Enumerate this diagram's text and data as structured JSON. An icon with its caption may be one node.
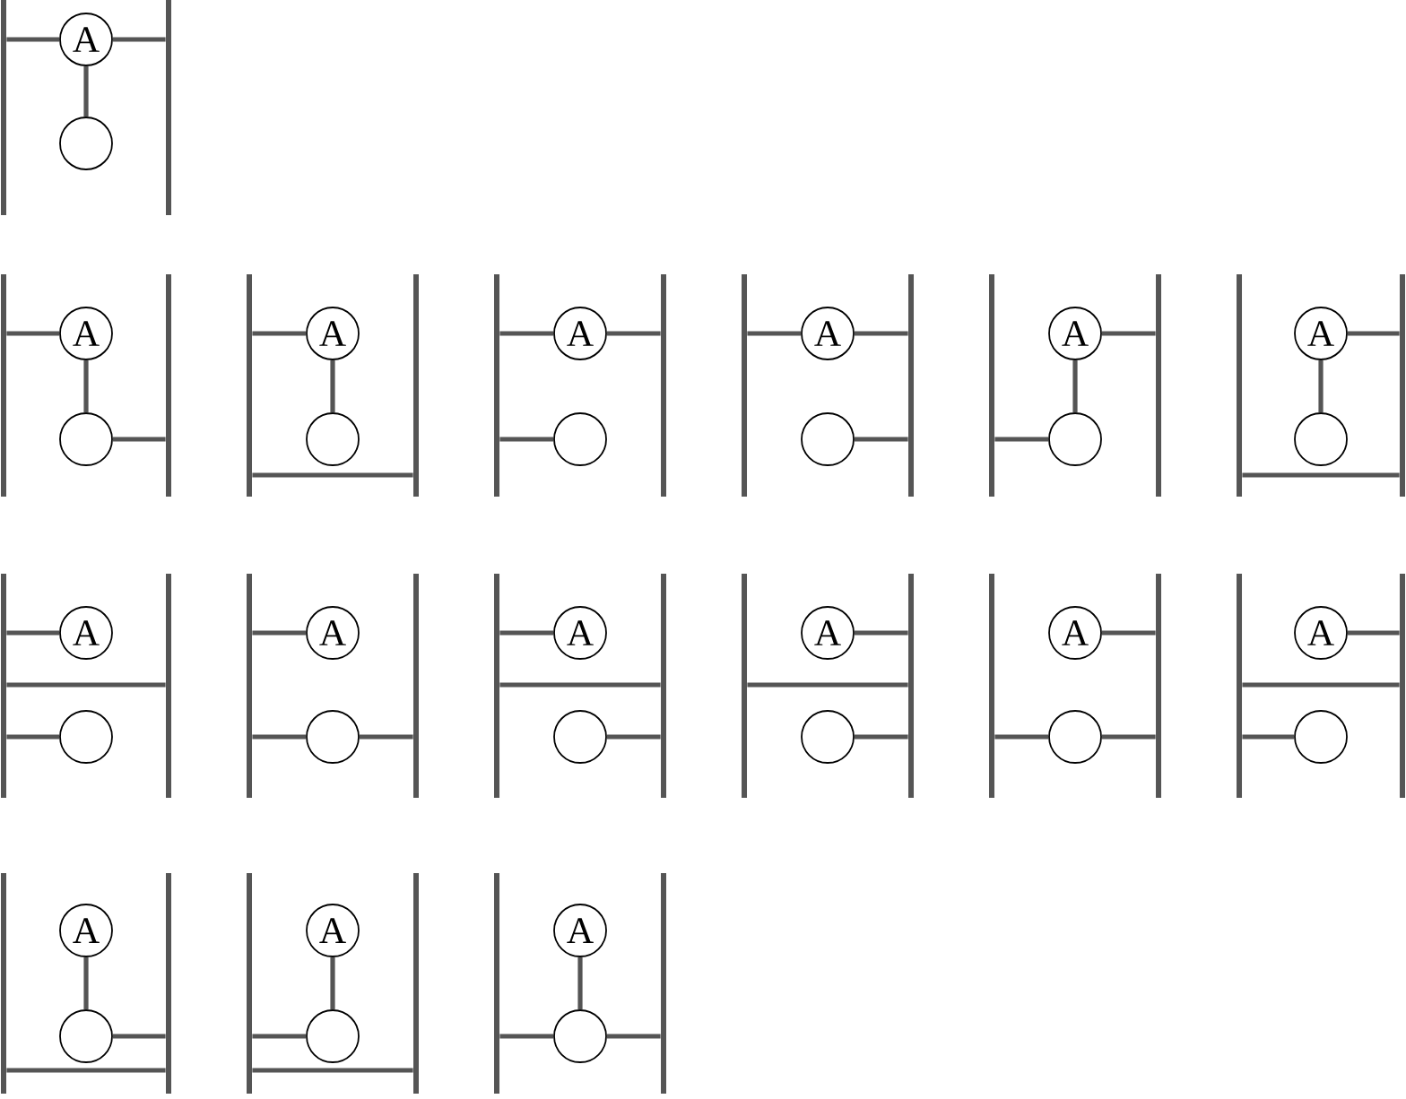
{
  "diagram": {
    "nodes": [
      {
        "text": [],
        "shape": "bar"
      },
      {
        "text": [
          "A"
        ]
      },
      {
        "text": [],
        "shape": "circle"
      },
      {
        "text": [],
        "shape": "bar"
      },
      {
        "text": [],
        "shape": "bar"
      },
      {
        "text": [
          "A"
        ]
      },
      {
        "text": [],
        "shape": "circle"
      },
      {
        "text": [],
        "shape": "bar"
      },
      {
        "text": [],
        "shape": "bar"
      },
      {
        "text": [
          "A"
        ]
      },
      {
        "text": [],
        "shape": "circle"
      },
      {
        "text": [],
        "shape": "bar"
      },
      {
        "text": [],
        "shape": "bar"
      },
      {
        "text": [
          "A"
        ]
      },
      {
        "text": [],
        "shape": "circle"
      },
      {
        "text": [],
        "shape": "bar"
      },
      {
        "text": [],
        "shape": "bar"
      },
      {
        "text": [
          "A"
        ]
      },
      {
        "text": [],
        "shape": "circle"
      },
      {
        "text": [],
        "shape": "bar"
      },
      {
        "text": [],
        "shape": "bar"
      },
      {
        "text": [
          "A"
        ]
      },
      {
        "text": [],
        "shape": "circle"
      },
      {
        "text": [],
        "shape": "bar"
      },
      {
        "text": [],
        "shape": "bar"
      },
      {
        "text": [
          "A"
        ]
      },
      {
        "text": [],
        "shape": "circle"
      },
      {
        "text": [],
        "shape": "bar"
      },
      {
        "text": [],
        "shape": "bar"
      },
      {
        "text": [
          "A"
        ]
      },
      {
        "text": [],
        "shape": "circle"
      },
      {
        "text": [],
        "shape": "bar"
      },
      {
        "text": [],
        "shape": "bar"
      },
      {
        "text": [
          "A"
        ]
      },
      {
        "text": [],
        "shape": "circle"
      },
      {
        "text": [],
        "shape": "bar"
      },
      {
        "text": [],
        "shape": "bar"
      },
      {
        "text": [
          "A"
        ]
      },
      {
        "text": [],
        "shape": "circle"
      },
      {
        "text": [],
        "shape": "bar"
      },
      {
        "text": [],
        "shape": "bar"
      },
      {
        "text": [
          "A"
        ]
      },
      {
        "text": [],
        "shape": "circle"
      },
      {
        "text": [],
        "shape": "bar"
      },
      {
        "text": [],
        "shape": "bar"
      },
      {
        "text": [
          "A"
        ]
      },
      {
        "text": [],
        "shape": "circle"
      },
      {
        "text": [],
        "shape": "bar"
      },
      {
        "text": [],
        "shape": "bar"
      },
      {
        "text": [
          "A"
        ]
      },
      {
        "text": [],
        "shape": "circle"
      },
      {
        "text": [],
        "shape": "bar"
      },
      {
        "text": [],
        "shape": "bar"
      },
      {
        "text": [
          "A"
        ]
      },
      {
        "text": [],
        "shape": "circle"
      },
      {
        "text": [],
        "shape": "bar"
      },
      {
        "text": [],
        "shape": "bar"
      },
      {
        "text": [
          "A"
        ]
      },
      {
        "text": [],
        "shape": "circle"
      },
      {
        "text": [],
        "shape": "bar"
      },
      {
        "text": [],
        "shape": "bar"
      },
      {
        "text": [
          "A"
        ]
      },
      {
        "text": [],
        "shape": "circle"
      },
      {
        "text": [],
        "shape": "bar"
      }
    ],
    "edges": [
      {
        "from": 0,
        "to": 1,
        "arrow": "none"
      },
      {
        "from": 1,
        "to": 3,
        "arrow": "none"
      },
      {
        "from": 1,
        "to": 2,
        "arrow": "none"
      },
      {
        "from": 4,
        "to": 5,
        "arrow": "none"
      },
      {
        "from": 5,
        "to": 6,
        "arrow": "none"
      },
      {
        "from": 6,
        "to": 7,
        "arrow": "none"
      },
      {
        "from": 8,
        "to": 9,
        "arrow": "none"
      },
      {
        "from": 9,
        "to": 10,
        "arrow": "none"
      },
      {
        "from": 8,
        "to": 11,
        "arrow": "none"
      },
      {
        "from": 12,
        "to": 13,
        "arrow": "none"
      },
      {
        "from": 13,
        "to": 15,
        "arrow": "none"
      },
      {
        "from": 12,
        "to": 14,
        "arrow": "none"
      },
      {
        "from": 16,
        "to": 17,
        "arrow": "none"
      },
      {
        "from": 17,
        "to": 19,
        "arrow": "none"
      },
      {
        "from": 18,
        "to": 19,
        "arrow": "none"
      },
      {
        "from": 21,
        "to": 23,
        "arrow": "none"
      },
      {
        "from": 21,
        "to": 22,
        "arrow": "none"
      },
      {
        "from": 20,
        "to": 22,
        "arrow": "none"
      },
      {
        "from": 25,
        "to": 27,
        "arrow": "none"
      },
      {
        "from": 25,
        "to": 26,
        "arrow": "none"
      },
      {
        "from": 24,
        "to": 27,
        "arrow": "none"
      },
      {
        "from": 28,
        "to": 29,
        "arrow": "none"
      },
      {
        "from": 28,
        "to": 31,
        "arrow": "none"
      },
      {
        "from": 28,
        "to": 30,
        "arrow": "none"
      },
      {
        "from": 32,
        "to": 33,
        "arrow": "none"
      },
      {
        "from": 32,
        "to": 34,
        "arrow": "none"
      },
      {
        "from": 34,
        "to": 35,
        "arrow": "none"
      },
      {
        "from": 36,
        "to": 37,
        "arrow": "none"
      },
      {
        "from": 36,
        "to": 39,
        "arrow": "none"
      },
      {
        "from": 38,
        "to": 39,
        "arrow": "none"
      },
      {
        "from": 41,
        "to": 43,
        "arrow": "none"
      },
      {
        "from": 40,
        "to": 43,
        "arrow": "none"
      },
      {
        "from": 42,
        "to": 43,
        "arrow": "none"
      },
      {
        "from": 45,
        "to": 47,
        "arrow": "none"
      },
      {
        "from": 44,
        "to": 46,
        "arrow": "none"
      },
      {
        "from": 46,
        "to": 47,
        "arrow": "none"
      },
      {
        "from": 49,
        "to": 51,
        "arrow": "none"
      },
      {
        "from": 48,
        "to": 51,
        "arrow": "none"
      },
      {
        "from": 48,
        "to": 50,
        "arrow": "none"
      },
      {
        "from": 53,
        "to": 54,
        "arrow": "none"
      },
      {
        "from": 54,
        "to": 55,
        "arrow": "none"
      },
      {
        "from": 52,
        "to": 55,
        "arrow": "none"
      },
      {
        "from": 57,
        "to": 58,
        "arrow": "none"
      },
      {
        "from": 56,
        "to": 58,
        "arrow": "none"
      },
      {
        "from": 56,
        "to": 59,
        "arrow": "none"
      },
      {
        "from": 61,
        "to": 62,
        "arrow": "none"
      },
      {
        "from": 60,
        "to": 62,
        "arrow": "none"
      },
      {
        "from": 62,
        "to": 63,
        "arrow": "none"
      }
    ]
  }
}
